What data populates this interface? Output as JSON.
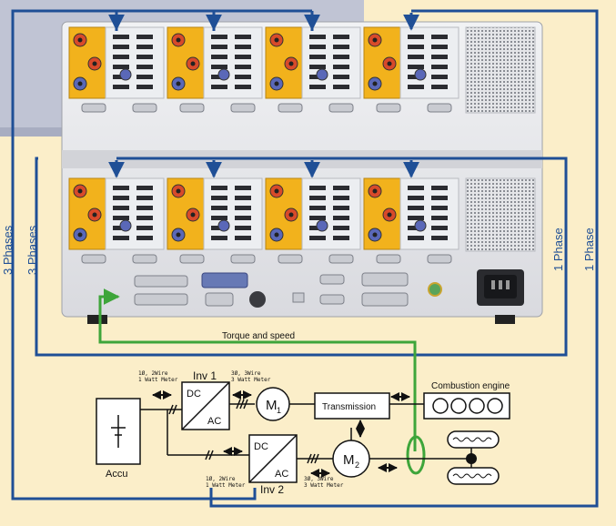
{
  "labels": {
    "phases_left_outer": "3 Phases",
    "phases_left_inner": "3 Phases",
    "phase_right_inner": "1 Phase",
    "phase_right_outer": "1 Phase",
    "torque_speed": "Torque and speed",
    "inv1": "Inv 1",
    "inv2": "Inv 2",
    "dc": "DC",
    "ac": "AC",
    "m1_letter": "M",
    "m1_sub": "1",
    "m2_letter": "M",
    "m2_sub": "2",
    "transmission": "Transmission",
    "combustion_engine": "Combustion engine",
    "accu": "Accu",
    "note_inv1_left_1": "1Ø, 2Wire",
    "note_inv1_left_2": "1 Watt Meter",
    "note_inv1_right_1": "3Ø, 3Wire",
    "note_inv1_right_2": "3 Watt Meter",
    "note_inv2_left_1": "1Ø, 2Wire",
    "note_inv2_left_2": "1 Watt Meter",
    "note_inv2_right_1": "3Ø, 3Wire",
    "note_inv2_right_2": "3 Watt Meter"
  },
  "colors": {
    "background": "#fbeec9",
    "wire_blue": "#1f4f96",
    "wire_green": "#3ea53a",
    "module_yellow": "#f2b21c",
    "chassis": "#e6e7ea",
    "terminal_red": "#d84a2a",
    "terminal_blue": "#5a68b8"
  },
  "icons": [
    "arrow-down-icon",
    "double-arrow-icon",
    "motor-icon",
    "wheel-icon",
    "iec-power-inlet-icon"
  ]
}
